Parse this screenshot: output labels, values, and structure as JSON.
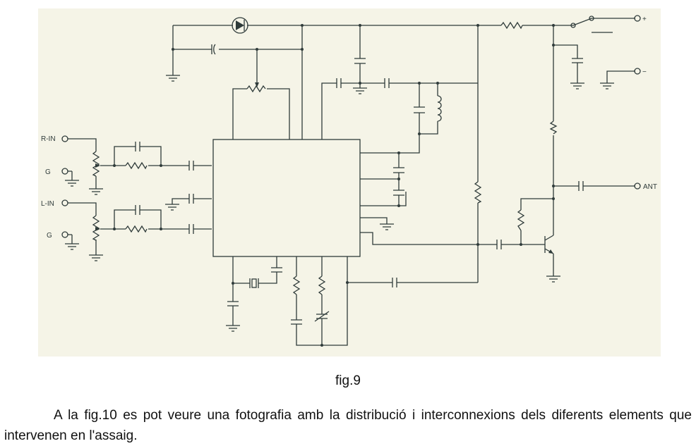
{
  "colors": {
    "paper": "#f5f4e7",
    "ink": "#2f3b3a",
    "text": "#111111"
  },
  "schematic": {
    "labels": {
      "r_in": "R-IN",
      "g_top": "G",
      "l_in": "L-IN",
      "g_bottom": "G",
      "plus": "+",
      "minus": "−",
      "ant": "ANT"
    }
  },
  "caption": "fig.9",
  "paragraph": "A la fig.10 es pot veure una fotografia amb la distribució i interconnexions dels diferents elements que intervenen en l'assaig."
}
